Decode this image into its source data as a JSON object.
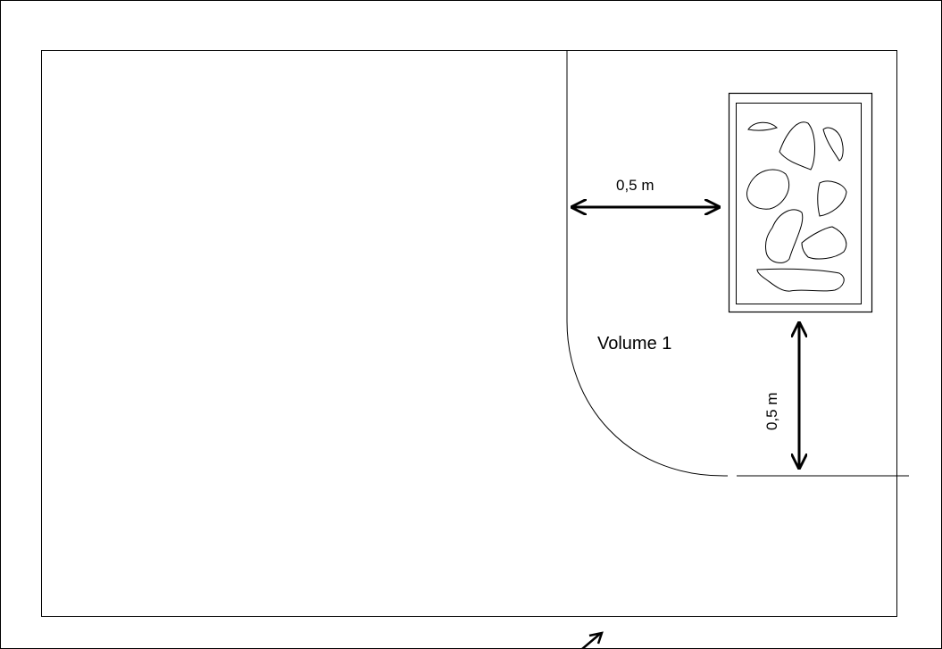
{
  "diagram": {
    "horizontal_dimension": "0,5 m",
    "vertical_dimension": "0,5 m",
    "zone_label": "Volume 1"
  },
  "colors": {
    "line": "#000000",
    "background": "#ffffff"
  }
}
